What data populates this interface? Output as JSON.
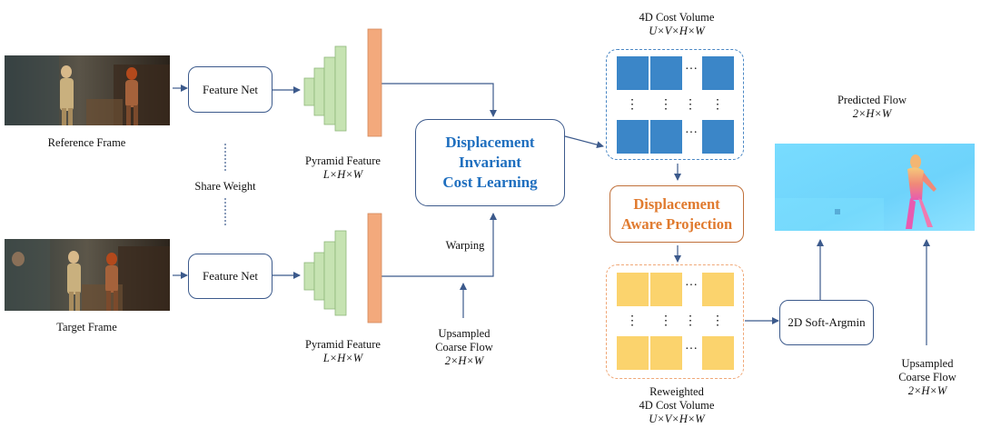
{
  "frames": {
    "reference_label": "Reference Frame",
    "target_label": "Target Frame",
    "share_weight": "Share Weight"
  },
  "feature_net": {
    "label": "Feature Net"
  },
  "pyramid": {
    "label": "Pyramid Feature",
    "dims": "L×H×W"
  },
  "dicl": {
    "line1": "Displacement",
    "line2": "Invariant",
    "line3": "Cost Learning"
  },
  "dap": {
    "line1": "Displacement",
    "line2": "Aware Projection"
  },
  "cost_volume": {
    "title": "4D Cost Volume",
    "dims": "U×V×H×W"
  },
  "reweighted": {
    "line1": "Reweighted",
    "line2": "4D Cost Volume",
    "dims": "U×V×H×W"
  },
  "warping": {
    "label": "Warping"
  },
  "coarse_flow": {
    "line1": "Upsampled",
    "line2": "Coarse Flow",
    "dims": "2×H×W"
  },
  "softargmin": {
    "label": "2D Soft-Argmin"
  },
  "predicted": {
    "title": "Predicted Flow",
    "dims": "2×H×W"
  },
  "glyphs": {
    "hdots": "···",
    "vdots": "⋮"
  },
  "colors": {
    "accent_blue": "#1f6fbf",
    "accent_orange": "#e07a2e",
    "line": "#3c5a8c",
    "volume_blue": "#3b86c8",
    "volume_yellow": "#fbd36d",
    "pyramid_green": "#c6e3b2",
    "pyramid_orange": "#f3a97c",
    "flow_cyan": "#6fd6ff"
  }
}
